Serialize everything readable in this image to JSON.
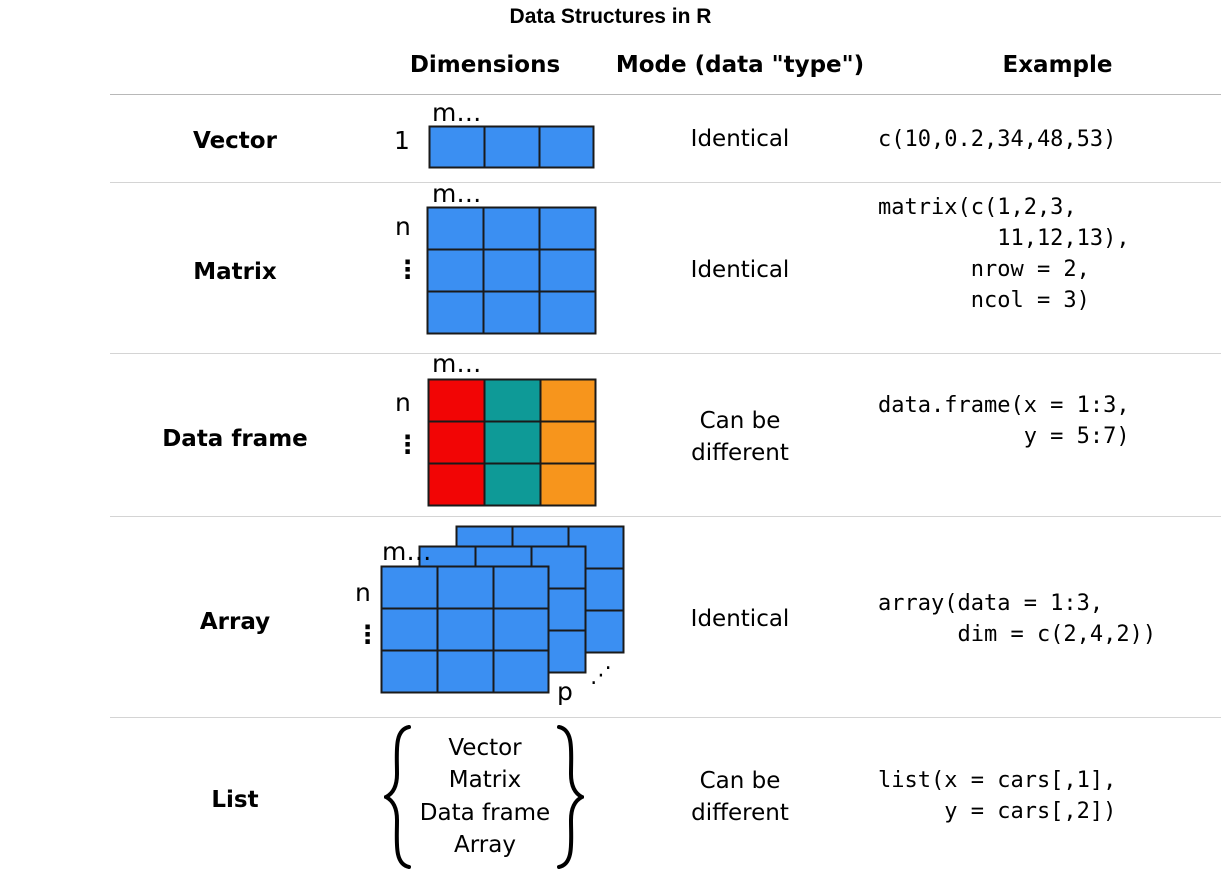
{
  "title": "Data Structures in R",
  "headers": {
    "dimensions": "Dimensions",
    "mode": "Mode (data \"type\")",
    "example": "Example"
  },
  "colors": {
    "cell_blue": "#3b8ff2",
    "red": "#f20505",
    "teal": "#0e9a97",
    "orange": "#f7951c",
    "grid_border": "#1a1a1a"
  },
  "rows": [
    {
      "label": "Vector",
      "dim_col": "m…",
      "dim_row": "1",
      "mode": "Identical",
      "example": "c(10,0.2,34,48,53)"
    },
    {
      "label": "Matrix",
      "dim_col": "m…",
      "dim_row": "n",
      "dim_more": "⋮",
      "mode": "Identical",
      "example": "matrix(c(1,2,3,\n         11,12,13),\n       nrow = 2,\n       ncol = 3)"
    },
    {
      "label": "Data frame",
      "dim_col": "m…",
      "dim_row": "n",
      "dim_more": "⋮",
      "mode": "Can be\ndifferent",
      "example": "data.frame(x = 1:3,\n           y = 5:7)"
    },
    {
      "label": "Array",
      "dim_col": "m…",
      "dim_row": "n",
      "dim_more": "⋮",
      "dim_depth": "p",
      "dim_depth_more": "⋰",
      "mode": "Identical",
      "example": "array(data = 1:3,\n      dim = c(2,4,2))"
    },
    {
      "label": "List",
      "mode": "Can be\ndifferent",
      "contents": [
        "Vector",
        "Matrix",
        "Data frame",
        "Array"
      ],
      "example": "list(x = cars[,1],\n     y = cars[,2])"
    }
  ]
}
